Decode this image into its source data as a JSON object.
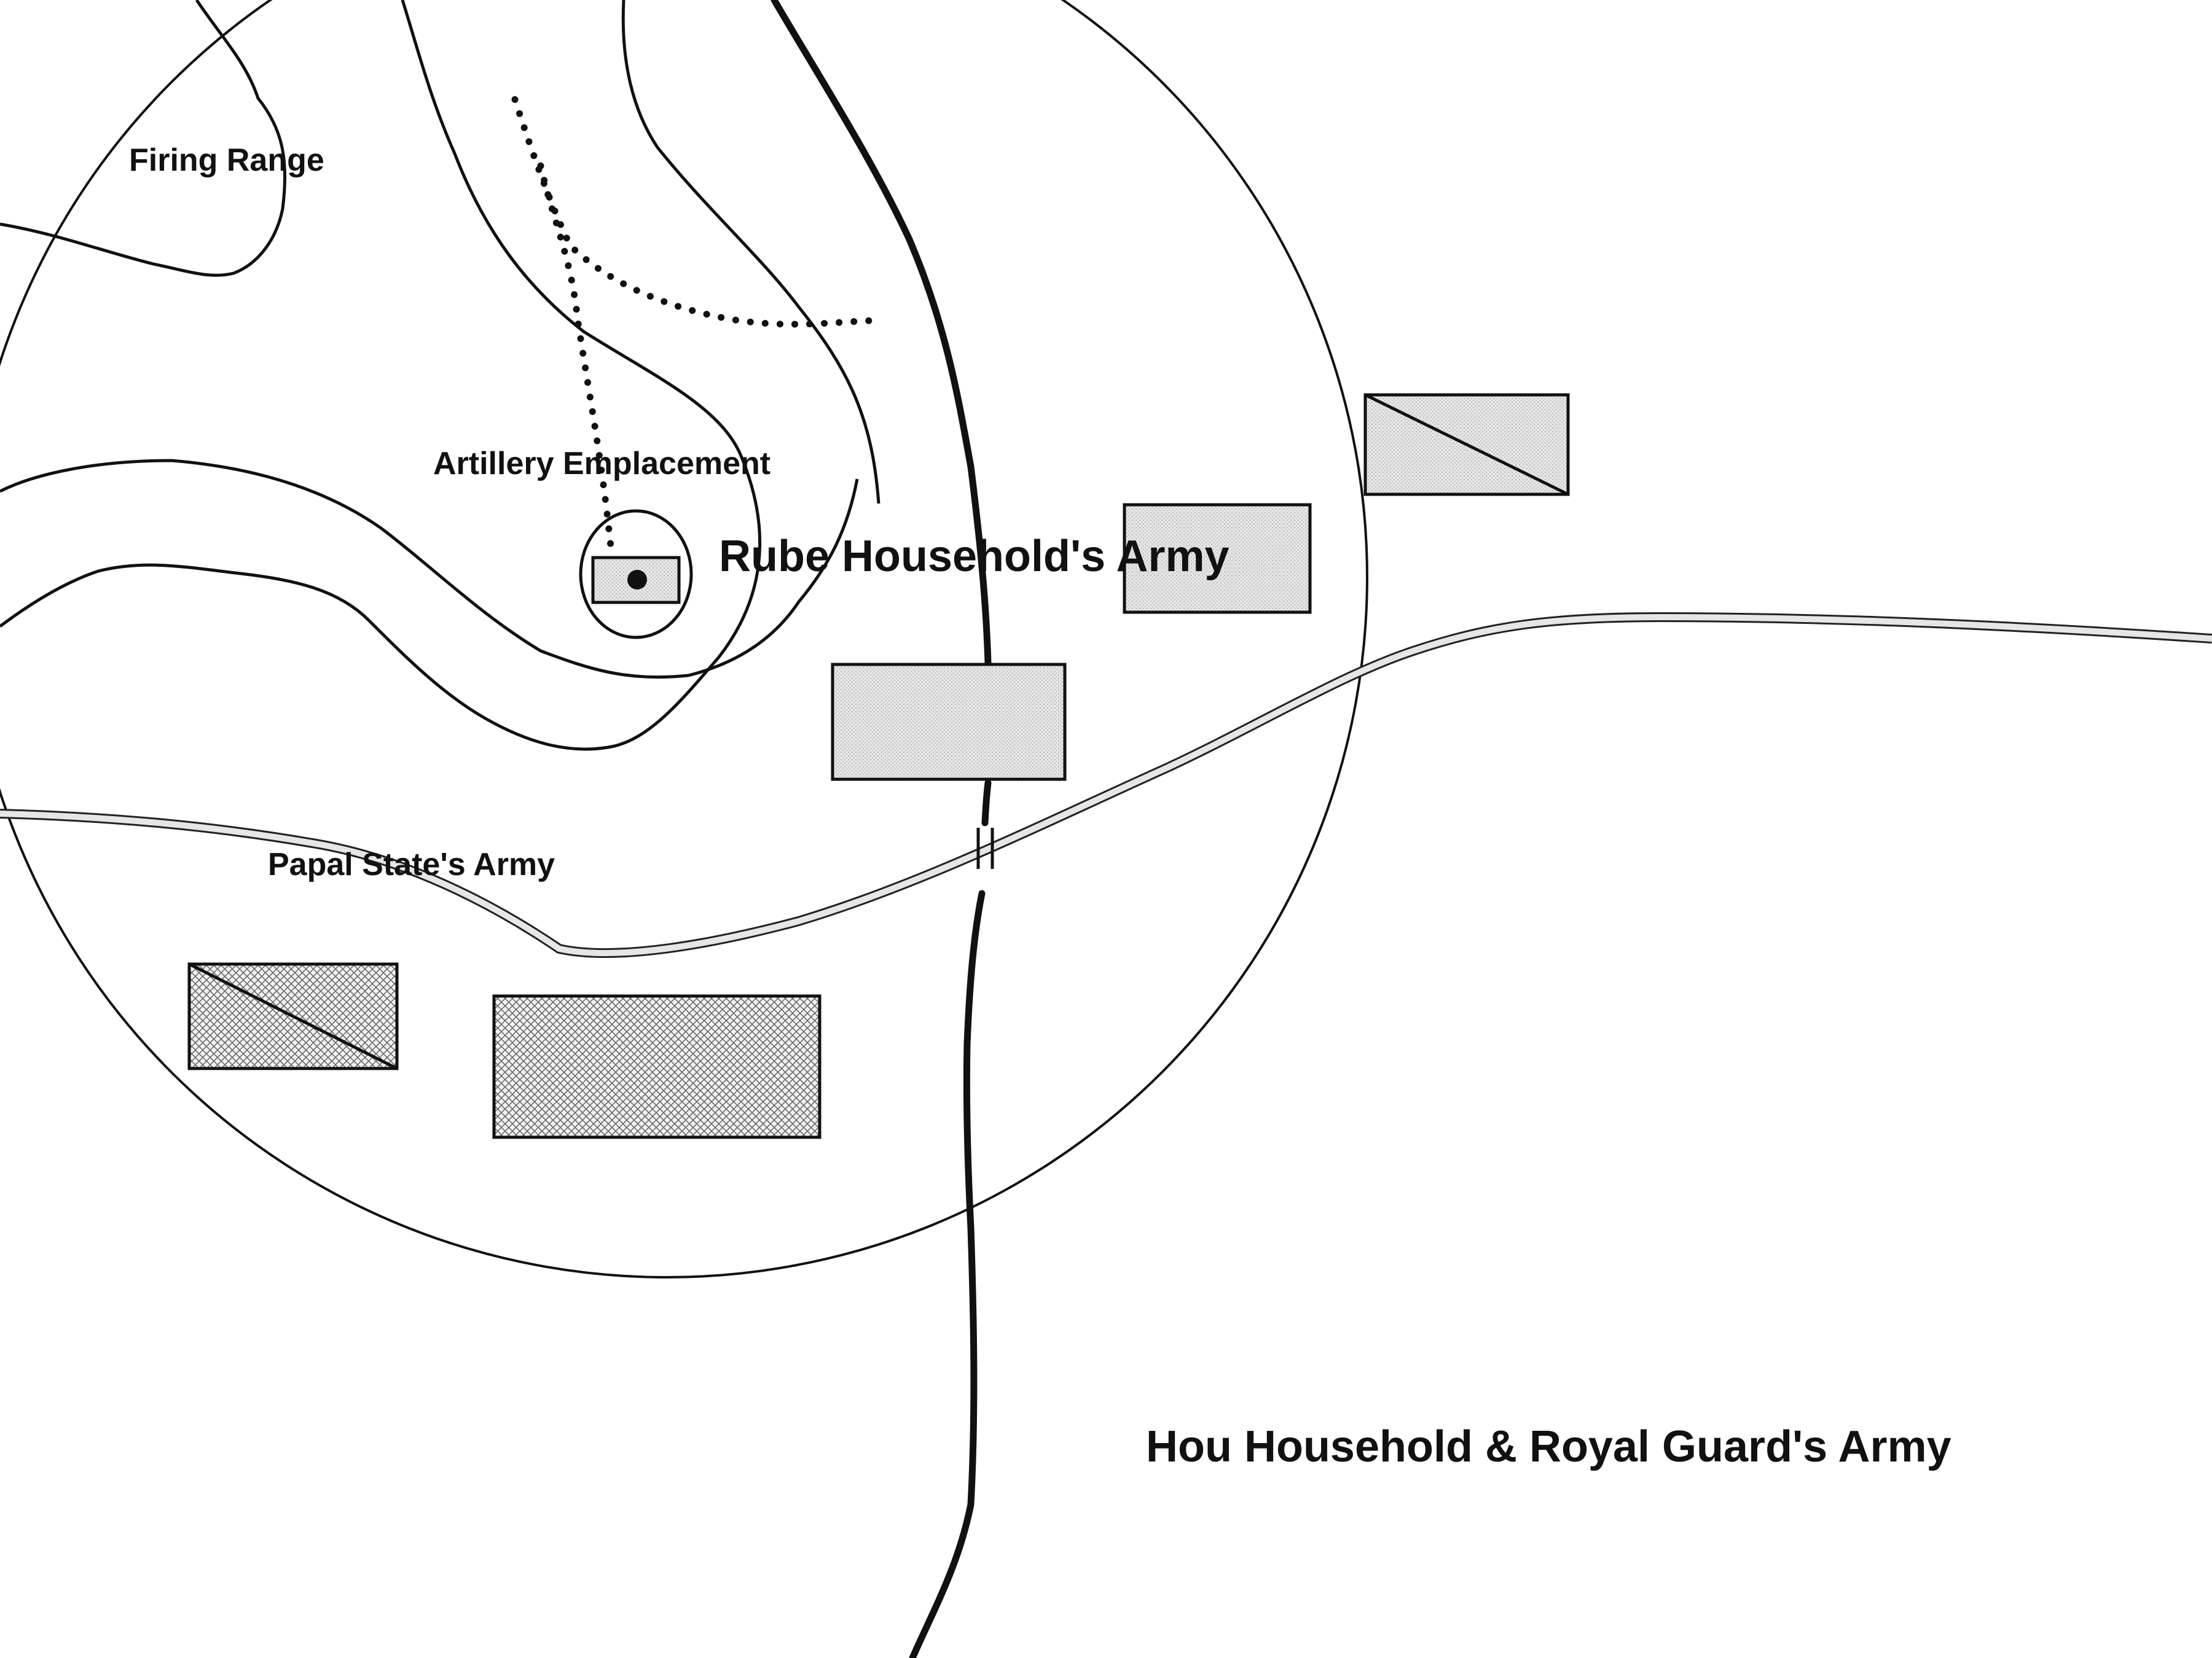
{
  "map": {
    "labels": {
      "firing_range": "Firing Range",
      "artillery_emplacement": "Artillery Emplacement",
      "rube_army": "Rube Household's Army",
      "papal_army": "Papal State's Army",
      "hou_army": "Hou Household & Royal Guard's Army"
    },
    "colors": {
      "background": "#ffffff",
      "stroke": "#111111",
      "unit_fill": "#e2e2e2",
      "road_fill": "#e6e6e6"
    },
    "icons": {
      "unit_infantry": "shaded-rectangle",
      "unit_cavalry": "diagonal-rectangle",
      "artillery": "rectangle-with-dot",
      "bridge": "double-bar"
    }
  }
}
